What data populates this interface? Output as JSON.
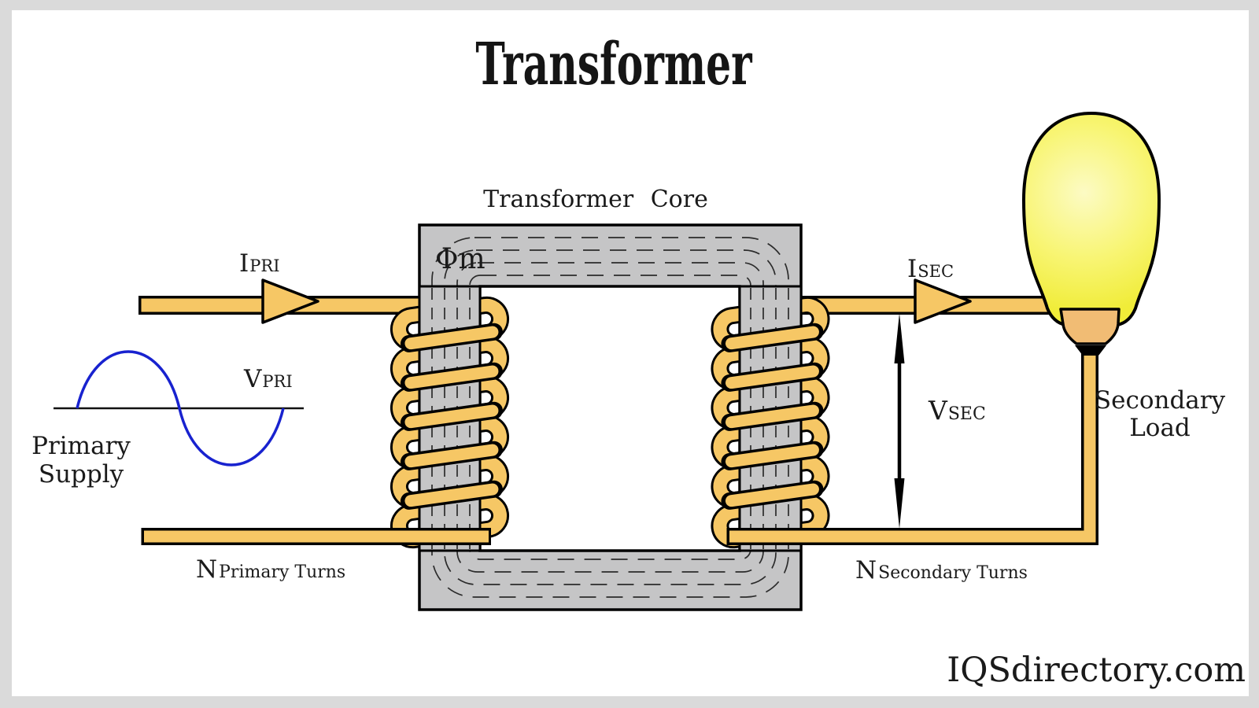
{
  "title": "Transformer",
  "watermark": "IQSdirectory.com",
  "core": {
    "label": "Transformer Core",
    "flux_label": "Φm"
  },
  "primary": {
    "current": {
      "main": "I",
      "sub": "PRI"
    },
    "voltage": {
      "main": "V",
      "sub": "PRI"
    },
    "supply_line1": "Primary",
    "supply_line2": "Supply",
    "turns": {
      "main": "N",
      "sub": "Primary Turns"
    }
  },
  "secondary": {
    "current": {
      "main": "I",
      "sub": "SEC"
    },
    "voltage": {
      "main": "V",
      "sub": "SEC"
    },
    "load_line1": "Secondary",
    "load_line2": "Load",
    "turns": {
      "main": "N",
      "sub": "Secondary Turns"
    }
  },
  "colors": {
    "frame": "#DADADA",
    "canvas": "#FFFFFF",
    "core_fill": "#C5C5C6",
    "flux_line": "#2B2B2B",
    "wire": "#F6C765",
    "outline": "#000000",
    "sine_wave": "#1822CF",
    "bulb_center": "#FCFBC4",
    "bulb_edge": "#F0EC38",
    "socket": "#F1BC74",
    "text": "#1A1A1A"
  }
}
